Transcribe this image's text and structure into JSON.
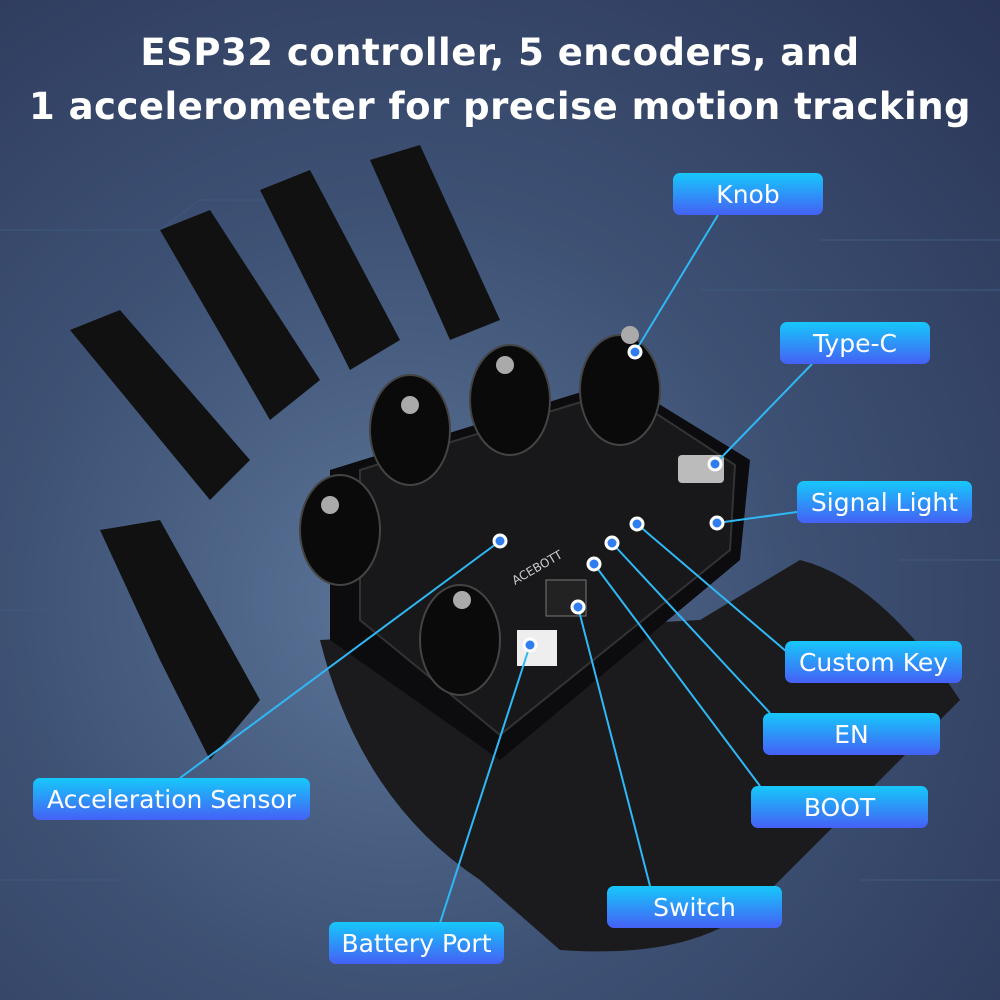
{
  "headline": {
    "line1": "ESP32 controller, 5 encoders, and",
    "line2": "1 accelerometer for precise motion tracking"
  },
  "board_text": "ACEBOTT",
  "callouts": [
    {
      "id": "knob",
      "label": "Knob"
    },
    {
      "id": "type-c",
      "label": "Type-C"
    },
    {
      "id": "signal-light",
      "label": "Signal Light"
    },
    {
      "id": "custom-key",
      "label": "Custom Key"
    },
    {
      "id": "en",
      "label": "EN"
    },
    {
      "id": "boot",
      "label": "BOOT"
    },
    {
      "id": "switch",
      "label": "Switch"
    },
    {
      "id": "battery-port",
      "label": "Battery Port"
    },
    {
      "id": "acceleration-sensor",
      "label": "Acceleration Sensor"
    }
  ],
  "colors": {
    "accent_top": "#16c8fb",
    "accent_bottom": "#4560f5",
    "line": "#2fb8f5"
  }
}
